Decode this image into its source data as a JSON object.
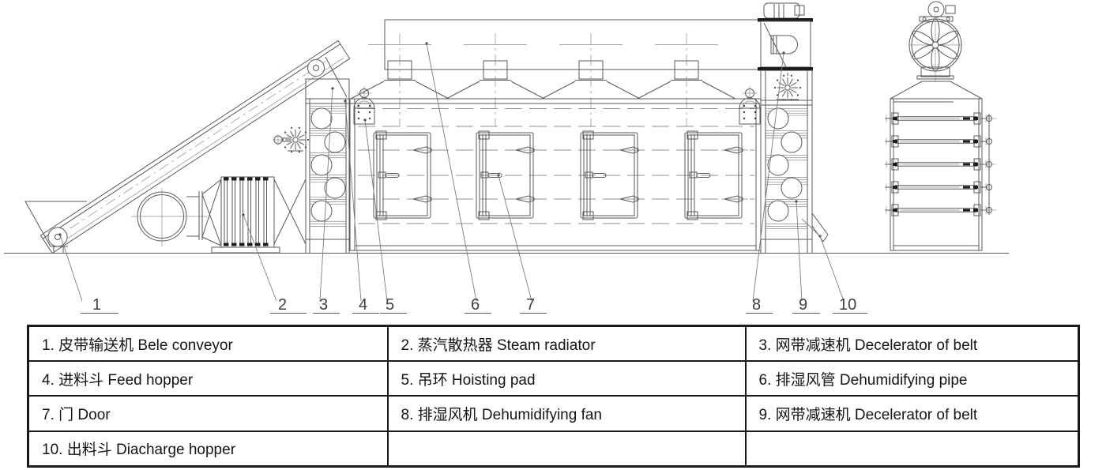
{
  "legend": {
    "rows": [
      {
        "cells": [
          "1. 皮带输送机 Bele conveyor",
          "2. 蒸汽散热器 Steam radiator",
          "3. 网带减速机 Decelerator of belt"
        ]
      },
      {
        "cells": [
          "4. 进料斗 Feed hopper",
          "5. 吊环 Hoisting pad",
          "6. 排湿风管 Dehumidifying pipe"
        ]
      },
      {
        "cells": [
          "7. 门 Door",
          "8. 排湿风机 Dehumidifying fan",
          "9. 网带减速机 Decelerator of belt"
        ]
      },
      {
        "cells": [
          "10. 出料斗 Diacharge hopper",
          "",
          ""
        ]
      }
    ]
  },
  "callouts": {
    "labels": [
      "1",
      "2",
      "3",
      "4",
      "5",
      "6",
      "7",
      "8",
      "9",
      "10"
    ]
  },
  "colors": {
    "line": "#555a5e",
    "dark_bar": "#1d1d1d",
    "table_border": "#1a1a1a",
    "text": "#151515"
  }
}
